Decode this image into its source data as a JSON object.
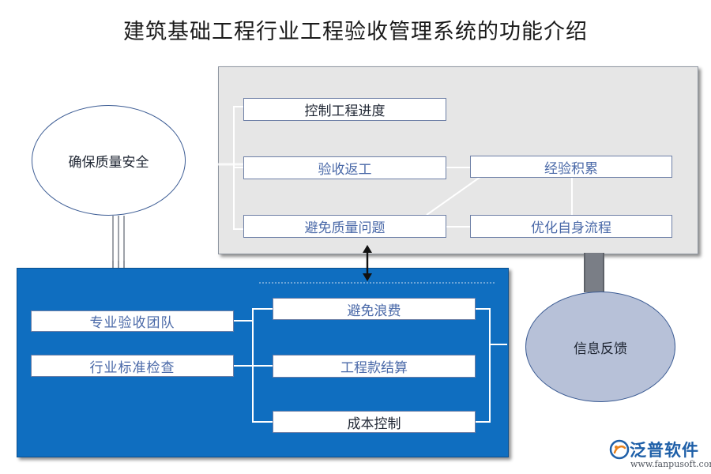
{
  "title": "建筑基础工程行业工程验收管理系统的功能介绍",
  "top_panel": {
    "boxes": [
      "控制工程进度",
      "验收返工",
      "避免质量问题",
      "经验积累",
      "优化自身流程"
    ]
  },
  "left_oval": "确保质量安全",
  "right_oval": "信息反馈",
  "bottom_panel": {
    "left_boxes": [
      "专业验收团队",
      "行业标准检查"
    ],
    "center_boxes": [
      "避免浪费",
      "工程款结算",
      "成本控制"
    ]
  },
  "logo": {
    "name": "泛普软件",
    "url": "www.fanpusoft.com"
  },
  "colors": {
    "blue_panel": "#0f6ec0",
    "gray_panel": "#e6e6e6",
    "box_text_blue": "#4a69a8"
  }
}
